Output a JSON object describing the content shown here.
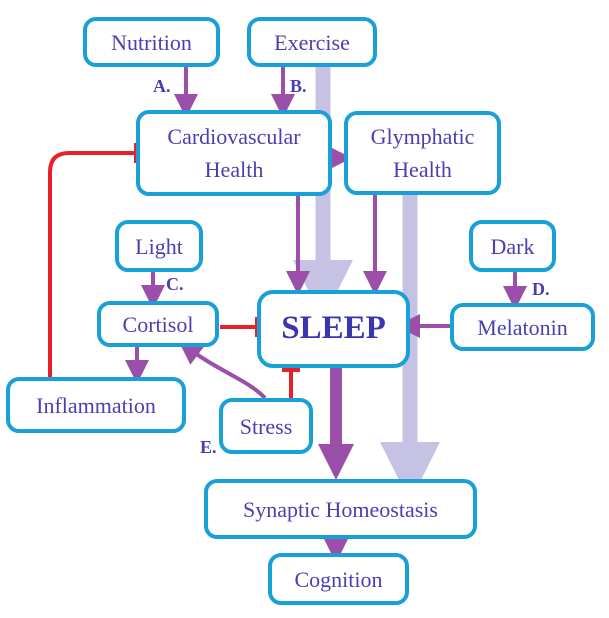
{
  "nodes": {
    "nutrition": "Nutrition",
    "exercise": "Exercise",
    "cardio_line1": "Cardiovascular",
    "cardio_line2": "Health",
    "glymph_line1": "Glymphatic",
    "glymph_line2": "Health",
    "light": "Light",
    "dark": "Dark",
    "cortisol": "Cortisol",
    "sleep": "SLEEP",
    "melatonin": "Melatonin",
    "inflammation": "Inflammation",
    "stress": "Stress",
    "synaptic": "Synaptic Homeostasis",
    "cognition": "Cognition"
  },
  "labels": {
    "a": "A.",
    "b": "B.",
    "c": "C.",
    "d": "D.",
    "e": "E."
  },
  "colors": {
    "box_border": "#1aa0d8",
    "text": "#4a3fb0",
    "arrow_purple": "#9b4fa8",
    "arrow_lavender": "#c6c2e4",
    "inhibit_red": "#e8202a"
  },
  "edges": [
    {
      "from": "nutrition",
      "to": "cardiovascular_health",
      "type": "activate",
      "label": "A."
    },
    {
      "from": "exercise",
      "to": "cardiovascular_health",
      "type": "activate",
      "label": "B."
    },
    {
      "from": "exercise",
      "to": "sleep",
      "type": "activate-weak"
    },
    {
      "from": "cardiovascular_health",
      "to": "glymphatic_health",
      "type": "activate"
    },
    {
      "from": "cardiovascular_health",
      "to": "sleep",
      "type": "activate"
    },
    {
      "from": "glymphatic_health",
      "to": "sleep",
      "type": "activate"
    },
    {
      "from": "glymphatic_health",
      "to": "synaptic_homeostasis",
      "type": "activate-weak"
    },
    {
      "from": "light",
      "to": "cortisol",
      "type": "activate",
      "label": "C."
    },
    {
      "from": "dark",
      "to": "melatonin",
      "type": "activate",
      "label": "D."
    },
    {
      "from": "cortisol",
      "to": "sleep",
      "type": "inhibit"
    },
    {
      "from": "cortisol",
      "to": "inflammation",
      "type": "activate"
    },
    {
      "from": "melatonin",
      "to": "sleep",
      "type": "activate"
    },
    {
      "from": "inflammation",
      "to": "cardiovascular_health",
      "type": "inhibit"
    },
    {
      "from": "stress",
      "to": "sleep",
      "type": "inhibit"
    },
    {
      "from": "stress",
      "to": "cortisol",
      "type": "activate",
      "label": "E."
    },
    {
      "from": "sleep",
      "to": "synaptic_homeostasis",
      "type": "activate-strong"
    },
    {
      "from": "synaptic_homeostasis",
      "to": "cognition",
      "type": "activate-strong"
    }
  ]
}
